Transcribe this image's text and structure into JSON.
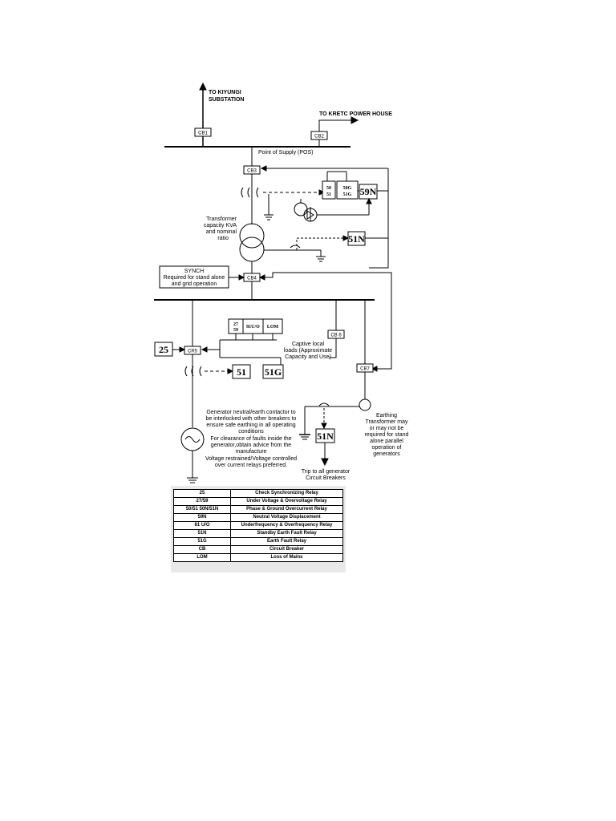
{
  "labels": {
    "to_kiyungi_1": "TO KIYUNGI",
    "to_kiyungi_2": "SUBSTATION",
    "to_kretc": "TO KRETC POWER HOUSE",
    "pos": "Point of Supply (POS)",
    "transformer_1": "Transformer",
    "transformer_2": "capacity KVA",
    "transformer_3": "and nominal",
    "transformer_4": "ratio",
    "synch_1": "SYNCH",
    "synch_2": "Required for stand alone",
    "synch_3": "and grid operation",
    "captive_1": "Captive local",
    "captive_2": "loads (Approximate",
    "captive_3": "Capacity and Use)",
    "gen_note_1": "Generator neutral/earth contactor to",
    "gen_note_2": "be interlocked with other breakers to",
    "gen_note_3": "ensure safe earthing in all operating",
    "gen_note_4": "conditions",
    "gen_note_5": "For clearance of faults inside the",
    "gen_note_6": "generator,obtain advice from the",
    "gen_note_7": "manufacture",
    "gen_note_8": "Voltage restrained/Voltage controlled",
    "gen_note_9": "over current relays preferred.",
    "earthing_1": "Earthing",
    "earthing_2": "Transformer may",
    "earthing_3": "or may not be",
    "earthing_4": "required for stand",
    "earthing_5": "alone parallel",
    "earthing_6": "operation of",
    "earthing_7": "generators",
    "trip_1": "Trip to all generator",
    "trip_2": "Circuit Breakers"
  },
  "breakers": {
    "cb1": "CB1",
    "cb2": "CB2",
    "cb3": "CB3",
    "cb4": "CB4",
    "cb5": "CR5",
    "cb6": "CB 6",
    "cb7": "CB7"
  },
  "relays": {
    "r50_51_a": "50",
    "r50_51_b": "51",
    "r50g_a": "50G",
    "r50g_b": "51G",
    "r59n_top": "59N",
    "r51n_mid": "51N",
    "r27_a": "27",
    "r27_b": "59",
    "r81": "81U/O",
    "rlom": "LOM",
    "r25": "25",
    "r51": "51",
    "r51g": "51G",
    "r51n_low": "51N"
  },
  "legend": [
    {
      "code": "25",
      "desc": "Check Synchronizing Relay"
    },
    {
      "code": "27/59",
      "desc": "Under Voltage & Overvoltage Relay"
    },
    {
      "code": "50/51     50N/51N",
      "desc": "Phase & Ground Overcurrent Relay"
    },
    {
      "code": "59N",
      "desc": "Neutral Voltage Displacement"
    },
    {
      "code": "81 U/O",
      "desc": "Underfrequency & Overfrequency Relay"
    },
    {
      "code": "51N",
      "desc": "Standby Earth Fault Relay"
    },
    {
      "code": "51G",
      "desc": "Earth Fault Relay"
    },
    {
      "code": "CB",
      "desc": "Circuit  Breaker"
    },
    {
      "code": "LOM",
      "desc": "Loss of Mains"
    }
  ]
}
